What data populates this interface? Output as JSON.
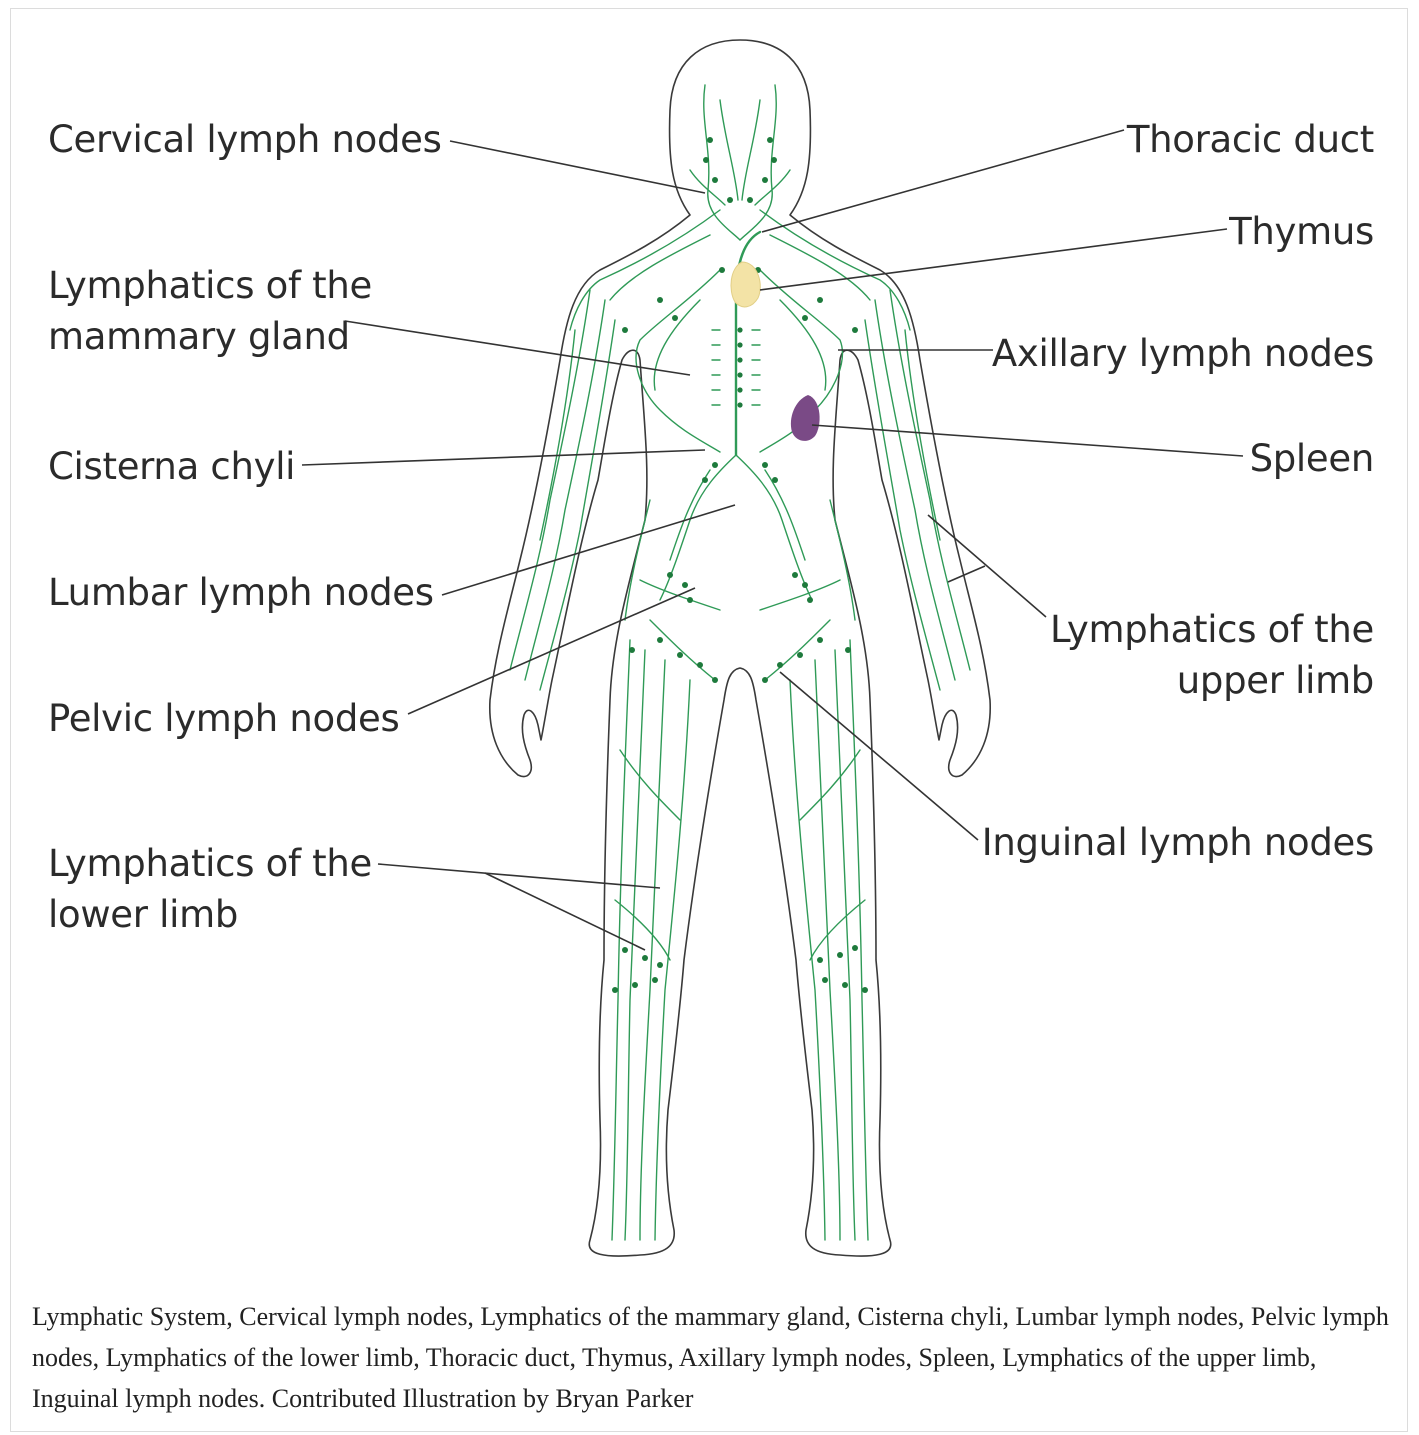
{
  "labels": {
    "cervical": "Cervical lymph nodes",
    "mammary_1": "Lymphatics of the",
    "mammary_2": "mammary gland",
    "cisterna": "Cisterna chyli",
    "lumbar": "Lumbar lymph nodes",
    "pelvic": "Pelvic lymph nodes",
    "lower_limb_1": "Lymphatics of the",
    "lower_limb_2": "lower limb",
    "thoracic": "Thoracic duct",
    "thymus": "Thymus",
    "axillary": "Axillary lymph nodes",
    "spleen": "Spleen",
    "upper_limb_1": "Lymphatics of the",
    "upper_limb_2": "upper limb",
    "inguinal": "Inguinal lymph nodes"
  },
  "caption": "Lymphatic System, Cervical lymph nodes, Lymphatics of the mammary gland, Cisterna chyli, Lumbar lymph nodes, Pelvic lymph nodes, Lymphatics of the lower limb, Thoracic duct, Thymus, Axillary lymph nodes, Spleen, Lymphatics of the upper limb, Inguinal lymph nodes. Contributed Illustration by Bryan Parker",
  "colors": {
    "lymph": "#2f9a57",
    "node": "#1e7a3c",
    "thymus": "#f3e3a6",
    "spleen": "#7a4a86",
    "outline": "#3a3a3a",
    "leader": "#333333"
  }
}
